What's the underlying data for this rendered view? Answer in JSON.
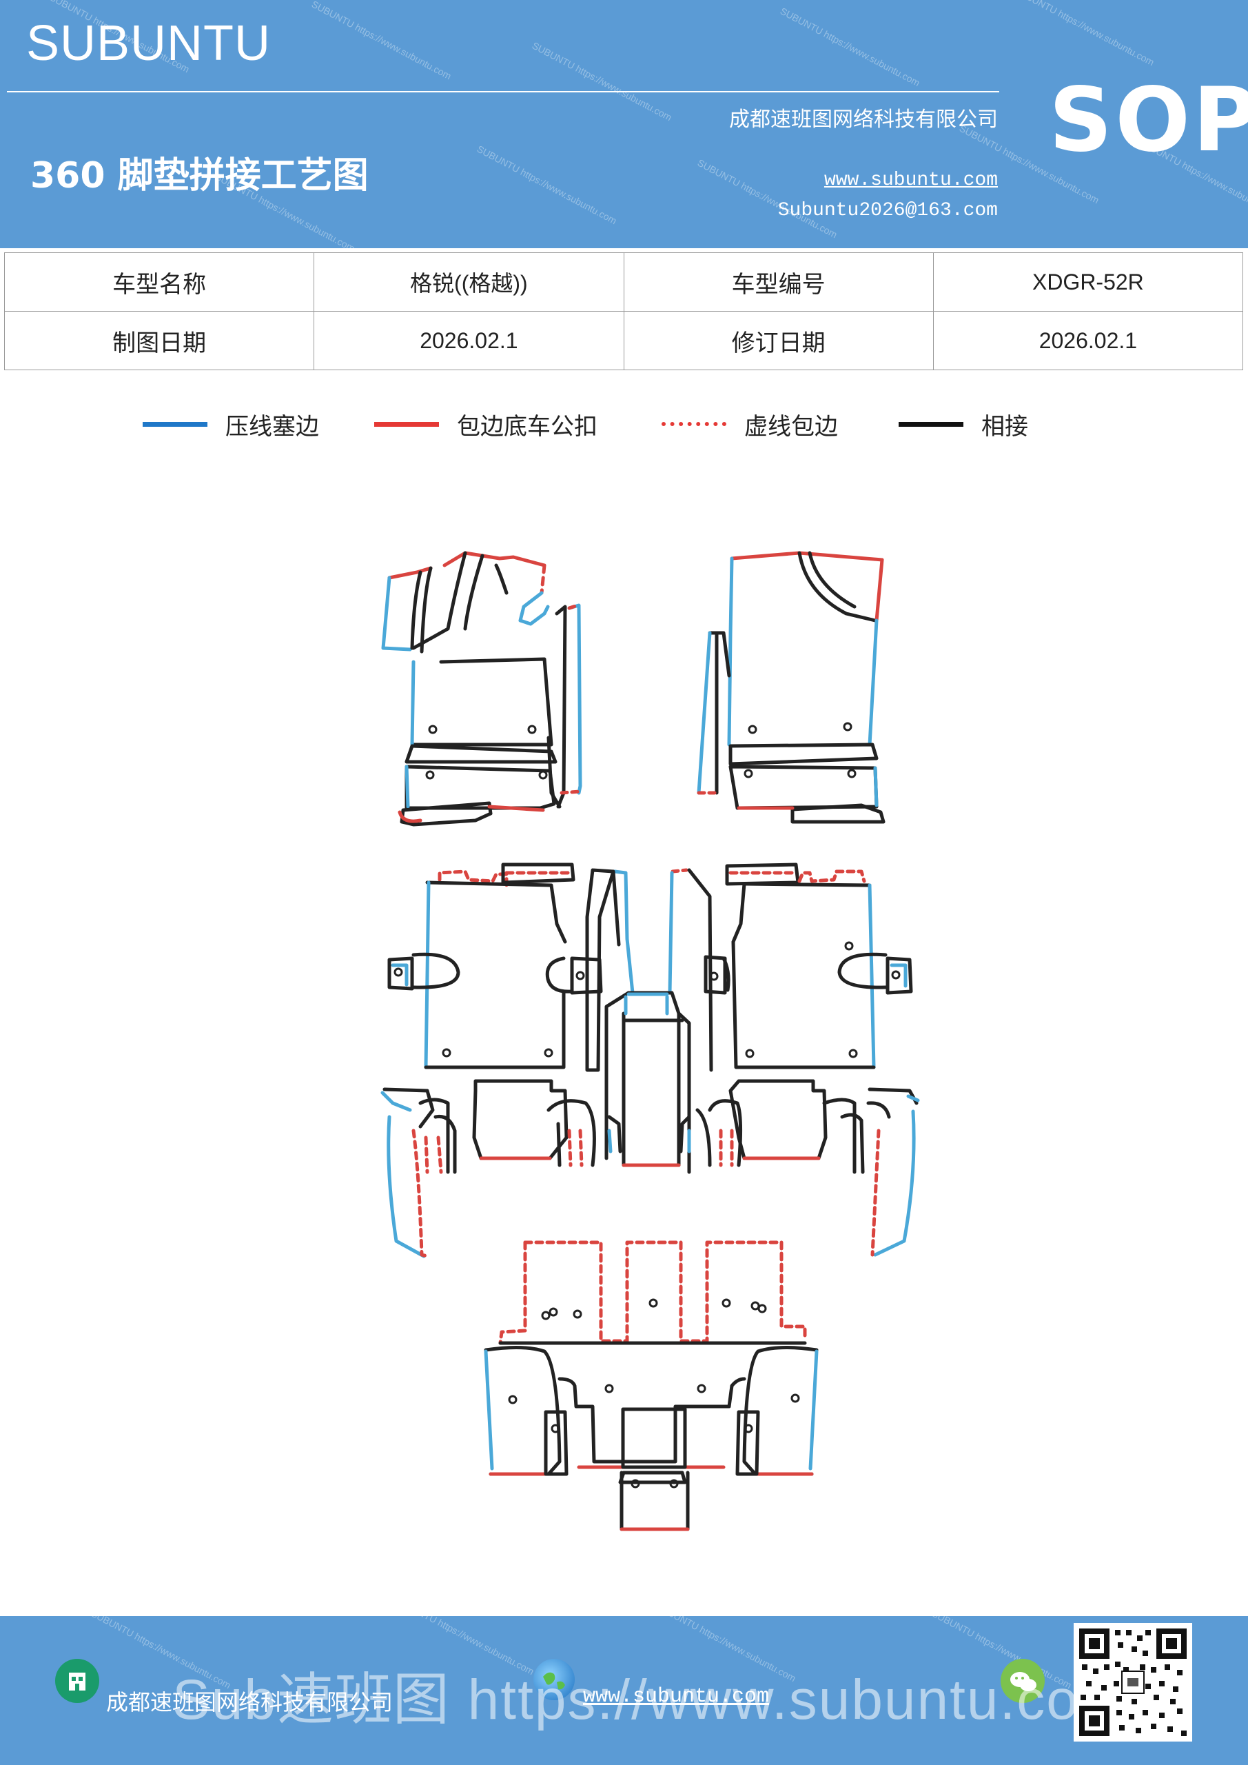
{
  "header": {
    "brand": "SUBUNTU",
    "title": "360 脚垫拼接工艺图",
    "company": "成都速班图网络科技有限公司",
    "website": "www.subuntu.com",
    "email": "Subuntu2026@163.com",
    "sop": "SOP",
    "watermark": "SUBUNTU https://www.subuntu.com"
  },
  "info_table": {
    "rows": [
      {
        "label1": "车型名称",
        "value1": "格锐((格越))",
        "label2": "车型编号",
        "value2": "XDGR-52R"
      },
      {
        "label1": "制图日期",
        "value1": "2026.02.1",
        "label2": "修订日期",
        "value2": "2026.02.1"
      }
    ]
  },
  "legend": [
    {
      "label": "压线塞边",
      "color": "#1f78c8",
      "style": "solid"
    },
    {
      "label": "包边底车公扣",
      "color": "#e53935",
      "style": "solid"
    },
    {
      "label": "虚线包边",
      "color": "#e53935",
      "style": "dashed"
    },
    {
      "label": "相接",
      "color": "#111111",
      "style": "solid"
    }
  ],
  "colors": {
    "header_bg": "#5b9bd5",
    "blue_line": "#4aa8d8",
    "red_line": "#d9443f",
    "black_line": "#222222"
  },
  "footer": {
    "company": "成都速班图网络科技有限公司",
    "website": "www.subuntu.com",
    "overlay": "Sub速班图  https://www.subuntu.com",
    "icons": [
      "building-icon",
      "globe-icon",
      "wechat-icon"
    ],
    "qr": "qr-code"
  }
}
